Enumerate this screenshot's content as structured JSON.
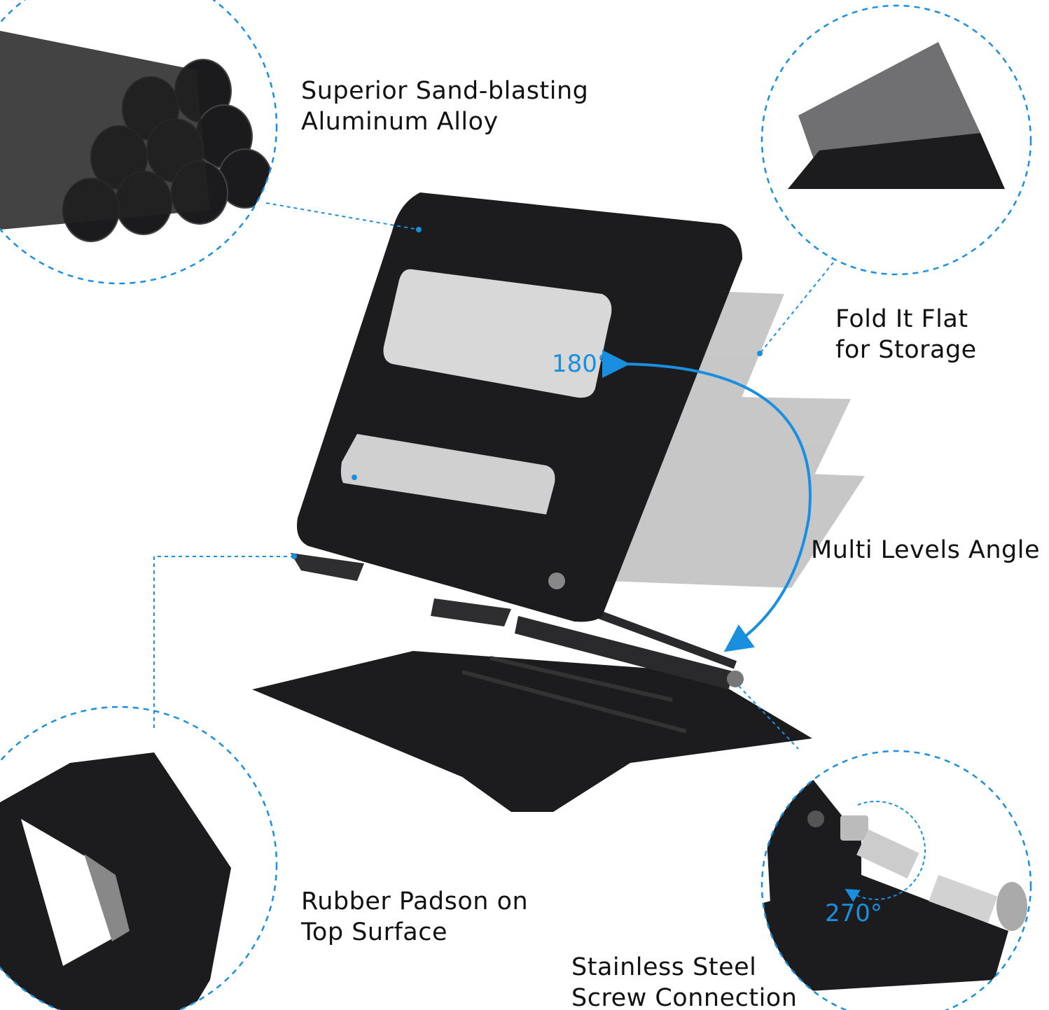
{
  "colors": {
    "accent": "#1a8fe0",
    "metal": "#1c1c1e",
    "ghost": "#9a9a9a"
  },
  "features": [
    {
      "line1": "Superior Sand-blasting",
      "line2": "Aluminum Alloy"
    },
    {
      "line1": "Fold It Flat",
      "line2": "for Storage"
    },
    {
      "line1": "Multi Levels Angle"
    },
    {
      "line1": "Rubber Padson on",
      "line2": "Top Surface"
    },
    {
      "line1": "Stainless Steel",
      "line2": "Screw Connection"
    }
  ],
  "angles": {
    "tilt": "180°",
    "screw": "270°"
  }
}
